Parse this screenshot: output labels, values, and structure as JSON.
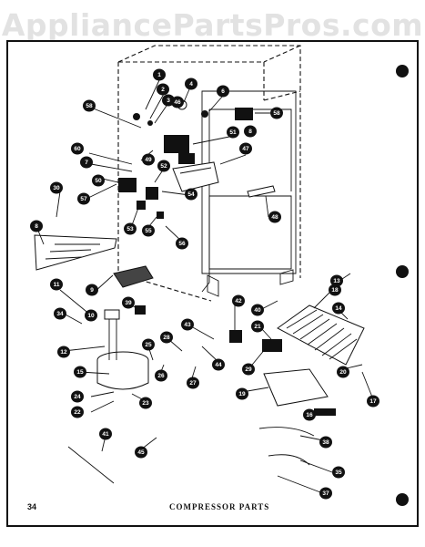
{
  "watermark": "AppliancePartsPros.com",
  "page_number": "34",
  "caption": "COMPRESSOR PARTS",
  "callouts": [
    "1",
    "2",
    "3",
    "46",
    "4",
    "6",
    "58",
    "58",
    "51",
    "8",
    "60",
    "49",
    "52",
    "7",
    "50",
    "47",
    "30",
    "57",
    "54",
    "48",
    "53",
    "55",
    "56",
    "8",
    "11",
    "9",
    "39",
    "42",
    "40",
    "18",
    "13",
    "14",
    "34",
    "43",
    "21",
    "12",
    "25",
    "28",
    "44",
    "26",
    "27",
    "29",
    "20",
    "17",
    "15",
    "23",
    "24",
    "22",
    "19",
    "16",
    "38",
    "41",
    "45",
    "35",
    "37",
    "10"
  ]
}
